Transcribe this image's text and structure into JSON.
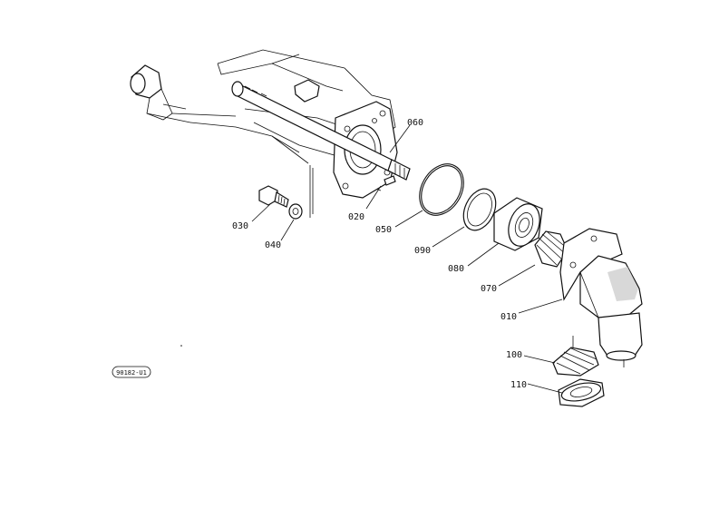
{
  "diagram": {
    "stamp": "90182-U1",
    "parts": [
      {
        "id": "010",
        "label": "010"
      },
      {
        "id": "020",
        "label": "020"
      },
      {
        "id": "030",
        "label": "030"
      },
      {
        "id": "040",
        "label": "040"
      },
      {
        "id": "050",
        "label": "050"
      },
      {
        "id": "060",
        "label": "060"
      },
      {
        "id": "070",
        "label": "070"
      },
      {
        "id": "080",
        "label": "080"
      },
      {
        "id": "090",
        "label": "090"
      },
      {
        "id": "100",
        "label": "100"
      },
      {
        "id": "110",
        "label": "110"
      }
    ]
  }
}
